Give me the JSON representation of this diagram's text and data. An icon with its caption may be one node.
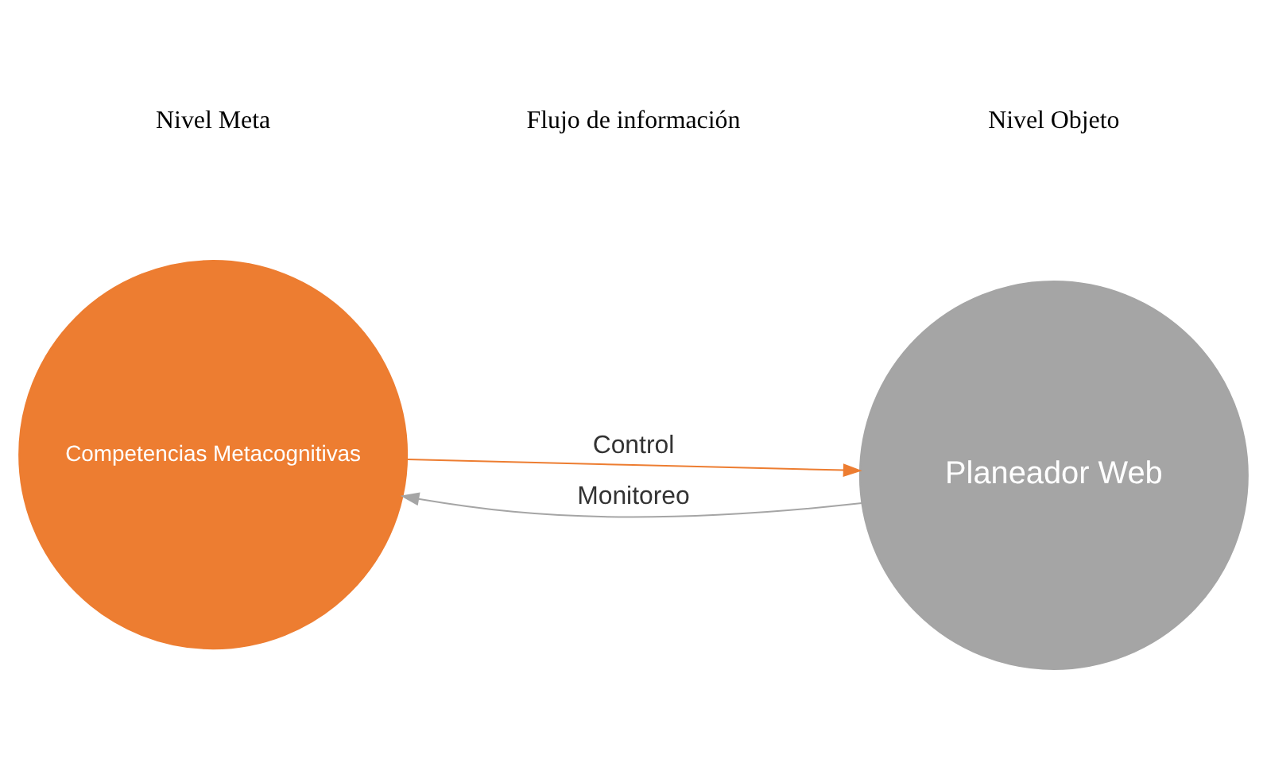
{
  "diagram": {
    "nodes": [
      {
        "text": [
          "Competencias Metacognitivas"
        ]
      },
      {
        "text": [
          "Planeador Web"
        ]
      }
    ],
    "edges": [
      {
        "from": 0,
        "to": 1,
        "arrow": "to",
        "label": "Control",
        "color": "#ed7d31"
      },
      {
        "from": 1,
        "to": 0,
        "arrow": "to",
        "label": "Monitoreo",
        "color": "#a5a5a5"
      }
    ],
    "labels": [
      "Nivel Meta",
      "Flujo de información",
      "Nivel Objeto"
    ]
  }
}
